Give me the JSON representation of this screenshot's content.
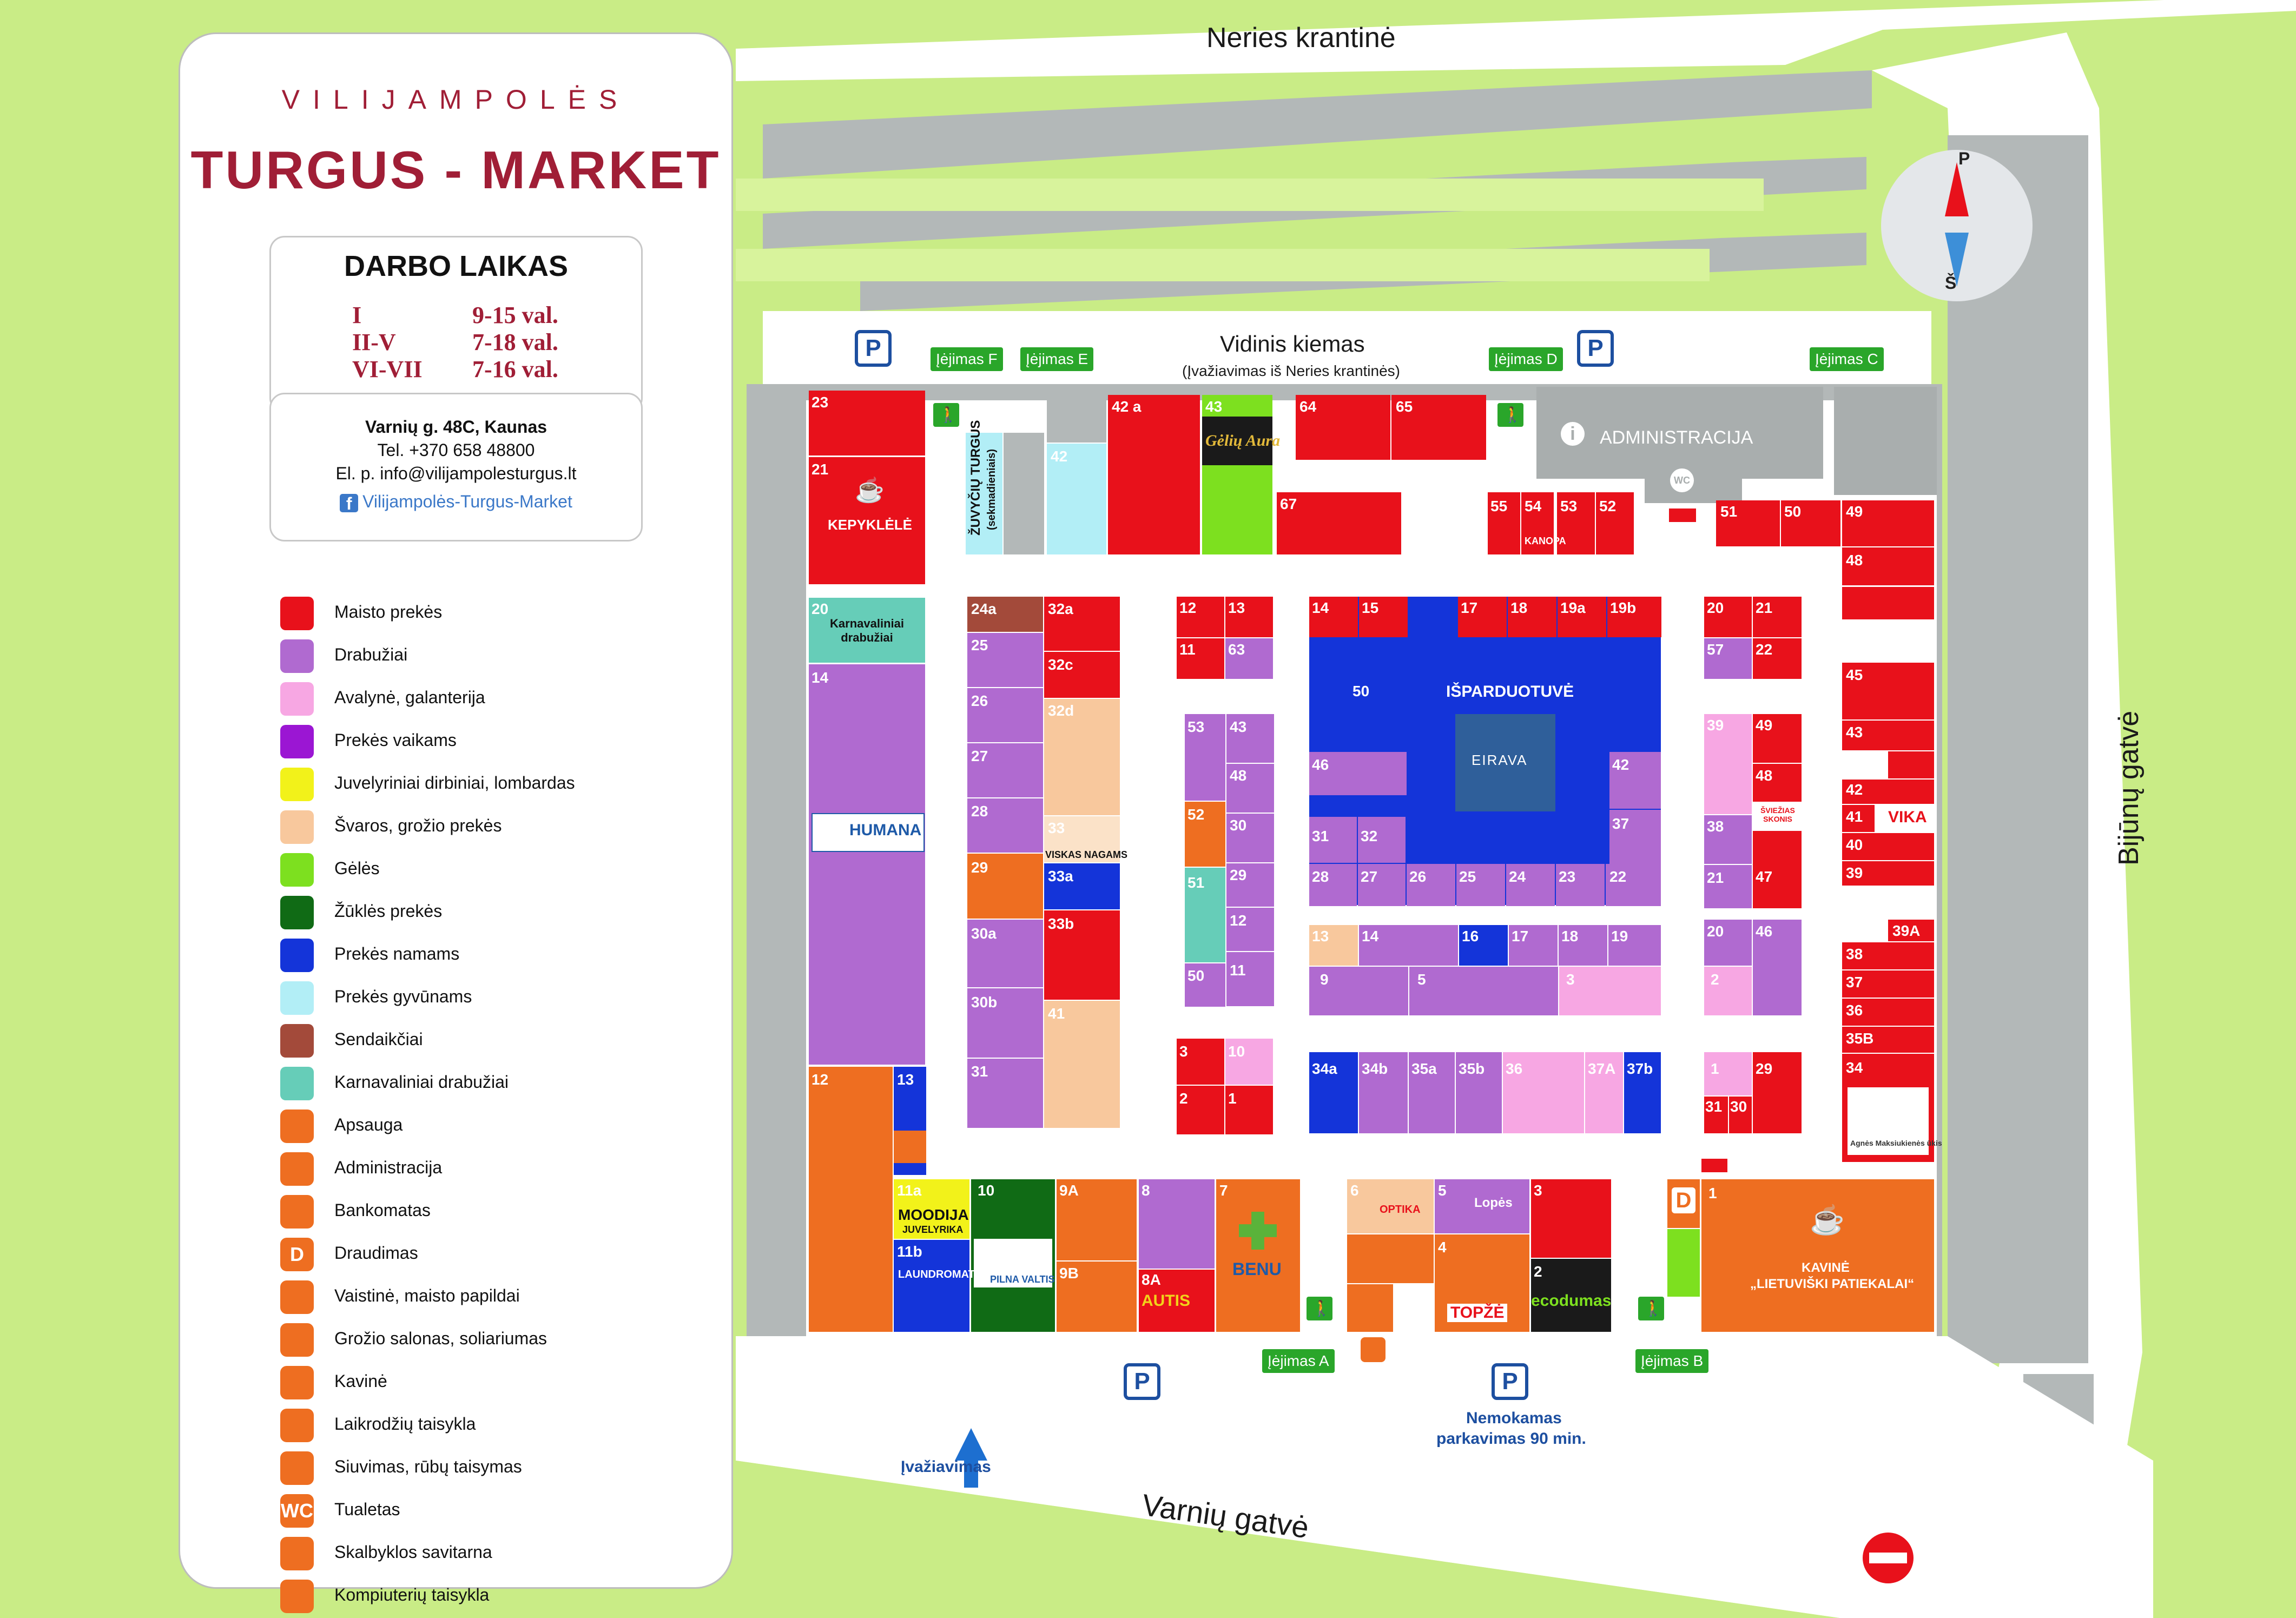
{
  "brand": {
    "subtitle": "VILIJAMPOLĖS",
    "title": "TURGUS - MARKET"
  },
  "hours": {
    "title": "DARBO LAIKAS",
    "rows": [
      {
        "day": "I",
        "time": "9-15 val."
      },
      {
        "day": "II-V",
        "time": "7-18 val."
      },
      {
        "day": "VI-VII",
        "time": "7-16 val."
      }
    ]
  },
  "contact": {
    "address": "Varnių g. 48C, Kaunas",
    "phone": "Tel. +370 658 48800",
    "email": "El. p. info@vilijampolesturgus.lt",
    "facebook": "Vilijampolės-Turgus-Market"
  },
  "legend": [
    {
      "label": "Maisto prekės",
      "color": "#e8111b"
    },
    {
      "label": "Drabužiai",
      "color": "#b06ad0"
    },
    {
      "label": "Avalynė, galanterija",
      "color": "#f7a7e3"
    },
    {
      "label": "Prekės vaikams",
      "color": "#9b16d3"
    },
    {
      "label": "Juvelyriniai dirbiniai, lombardas",
      "color": "#f2f21a"
    },
    {
      "label": "Švaros, grožio prekės",
      "color": "#f8c89d"
    },
    {
      "label": "Gėlės",
      "color": "#7de01f"
    },
    {
      "label": "Žūklės prekės",
      "color": "#106b15"
    },
    {
      "label": "Prekės namams",
      "color": "#1434d9"
    },
    {
      "label": "Prekės gyvūnams",
      "color": "#b2eef6"
    },
    {
      "label": "Sendaikčiai",
      "color": "#a34a3a"
    },
    {
      "label": "Karnavaliniai drabužiai",
      "color": "#66cdb8"
    },
    {
      "label": "Apsauga",
      "icon": "shield-icon"
    },
    {
      "label": "Administracija",
      "icon": "info-icon"
    },
    {
      "label": "Bankomatas",
      "icon": "atm-icon"
    },
    {
      "label": "Draudimas",
      "icon": "insurance-icon",
      "glyph": "D"
    },
    {
      "label": "Vaistinė, maisto papildai",
      "icon": "pharmacy-icon"
    },
    {
      "label": "Grožio salonas, soliariumas",
      "icon": "scissors-icon"
    },
    {
      "label": "Kavinė",
      "icon": "coffee-icon"
    },
    {
      "label": "Laikrodžių taisykla",
      "icon": "clock-icon"
    },
    {
      "label": "Siuvimas, rūbų taisymas",
      "icon": "sewing-icon"
    },
    {
      "label": "Tualetas",
      "icon": "wc-icon",
      "glyph": "WC"
    },
    {
      "label": "Skalbyklos savitarna",
      "icon": "laundry-icon"
    },
    {
      "label": "Kompiuterių taisykla",
      "icon": "computer-icon"
    }
  ],
  "streets": {
    "north": "Neries krantinė",
    "east": "Bijūnų gatvė",
    "south": "Varnių gatvė",
    "courtyard": "Vidinis kiemas",
    "courtyard_note": "(Įvažiavimas iš Neries krantinės)"
  },
  "compass": {
    "north": "P",
    "south": "Š"
  },
  "entrances": [
    "Įėjimas F",
    "Įėjimas E",
    "Įėjimas D",
    "Įėjimas C",
    "Įėjimas A",
    "Įėjimas B"
  ],
  "parking_label": "P",
  "free_parking": [
    "Nemokamas",
    "parkavimas 90 min."
  ],
  "entry_label": "Įvažiavimas",
  "administration": "ADMINISTRACIJA",
  "sale_area": {
    "number": "50",
    "title": "IŠPARDUOTUVĖ"
  },
  "shops": {
    "kepykle": "KEPYKLĖLĖ",
    "karnavaliniai": "Karnavaliniai drabužiai",
    "humana": "HUMANA",
    "zuvyciu": "ŽUVYČIŲ TURGUS",
    "zuvyciu_note": "(sekmadieniais)",
    "geliu_aura": "Gėlių Aura",
    "kanopa": "KANOPA",
    "viskas_nagams": "VISKAS NAGAMS",
    "moodija": "MOODIJA",
    "juvelyrika": "JUVELYRIKA",
    "laundromat": "LAUNDROMAT",
    "pilna_valtis": "PILNA VALTIS",
    "autis": "AUTIS",
    "benu": "BENU",
    "optika": "OPTIKA",
    "lopes": "Lopės",
    "topze": "TOPŽĖ",
    "ecodumas": "ecodumas",
    "kavine_title": "KAVINĖ",
    "kavine_name": "„LIETUVIŠKI PATIEKALAI“",
    "sviezias": "ŠVIEŽIAS SKONIS",
    "vika": "VIKA",
    "eirava": "EIRAVA",
    "gerasis": "Agnės Maksiukienės ūkis"
  },
  "stalls": [
    "23",
    "21",
    "20",
    "14",
    "12",
    "13",
    "24a",
    "25",
    "26",
    "27",
    "28",
    "29",
    "30a",
    "30b",
    "31",
    "32a",
    "32c",
    "32d",
    "33",
    "33a",
    "33b",
    "41",
    "42 a",
    "43",
    "64",
    "65",
    "42",
    "67",
    "55",
    "54",
    "53",
    "52",
    "12",
    "13",
    "11",
    "63",
    "53",
    "43",
    "48",
    "52",
    "30",
    "51",
    "29",
    "12",
    "50",
    "11",
    "3",
    "10",
    "2",
    "1",
    "14",
    "15",
    "17",
    "18",
    "19a",
    "19b",
    "46",
    "42",
    "37",
    "31",
    "32",
    "28",
    "27",
    "26",
    "25",
    "24",
    "23",
    "22",
    "13",
    "14",
    "16",
    "17",
    "18",
    "19",
    "9",
    "5",
    "3",
    "34a",
    "34b",
    "35a",
    "35b",
    "36",
    "37A",
    "37b",
    "20",
    "21",
    "57",
    "22",
    "39",
    "49",
    "48",
    "38",
    "21",
    "47",
    "20",
    "46",
    "2",
    "1",
    "29",
    "31",
    "30",
    "51",
    "50",
    "49",
    "48",
    "45",
    "43",
    "42",
    "41",
    "40",
    "39",
    "39A",
    "38",
    "37",
    "36",
    "35B",
    "34",
    "11a",
    "10",
    "9A",
    "8",
    "7",
    "11b",
    "9B",
    "8A",
    "6",
    "5",
    "3",
    "4",
    "2",
    "1"
  ]
}
